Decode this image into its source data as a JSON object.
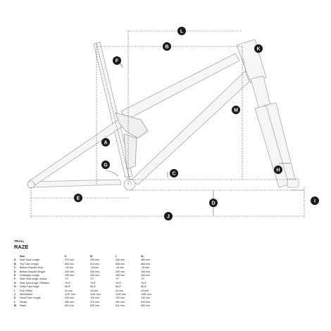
{
  "diagram": {
    "labels": [
      "L",
      "B",
      "K",
      "F",
      "M",
      "A",
      "G",
      "C",
      "H",
      "E",
      "D",
      "I",
      "J"
    ]
  },
  "geometry": {
    "category": "TRAIL",
    "model": "RAZE",
    "size_header": "Size",
    "sizes": [
      "S",
      "M",
      "L",
      "XL"
    ],
    "rows": [
      {
        "key": "A",
        "name": "Seat Tube Length",
        "values": [
          "370 mm",
          "405 mm",
          "440 mm",
          "480 mm"
        ]
      },
      {
        "key": "B",
        "name": "Top Tube Length",
        "values": [
          "584 mm",
          "614 mm",
          "638 mm",
          "668 mm"
        ]
      },
      {
        "key": "C",
        "name": "Bottom Bracket Drop",
        "values": [
          "-15 mm",
          "-15 mm",
          "-15 mm",
          "-15 mm"
        ]
      },
      {
        "key": "D",
        "name": "Bottom Bracket Height",
        "values": [
          "340 mm",
          "340 mm",
          "340 mm",
          "340 mm"
        ]
      },
      {
        "key": "E",
        "name": "Chainstay Length",
        "values": [
          "435 mm",
          "435 mm",
          "435 mm",
          "435 mm"
        ]
      },
      {
        "key": "F",
        "name": "Seat Tube Angle, Actual",
        "values": [
          "72°",
          "72°",
          "72°",
          "72°"
        ]
      },
      {
        "key": "G",
        "name": "Seat Tube Angle, Effective",
        "values": [
          "76.5°",
          "76.5°",
          "76.5°",
          "76.5°"
        ]
      },
      {
        "key": "H",
        "name": "Head Tube Angle",
        "values": [
          "66.5°",
          "66.5°",
          "66.5°",
          "66.5°"
        ]
      },
      {
        "key": "I",
        "name": "Fork Offset",
        "values": [
          "44 mm",
          "44 mm",
          "44 mm",
          "44 mm"
        ]
      },
      {
        "key": "J",
        "name": "Wheelbase",
        "values": [
          "1157 mm",
          "1191 mm",
          "1190 mm",
          "1250 mm"
        ]
      },
      {
        "key": "K",
        "name": "Head Tube Length",
        "values": [
          "100 mm",
          "100 mm",
          "120 mm",
          "140 mm"
        ]
      },
      {
        "key": "L",
        "name": "Reach",
        "values": [
          "450 mm",
          "470 mm",
          "490 mm",
          "510 mm"
        ]
      },
      {
        "key": "M",
        "name": "Stack",
        "values": [
          "623 mm",
          "632 mm",
          "641 mm",
          "650 mm"
        ]
      }
    ]
  }
}
